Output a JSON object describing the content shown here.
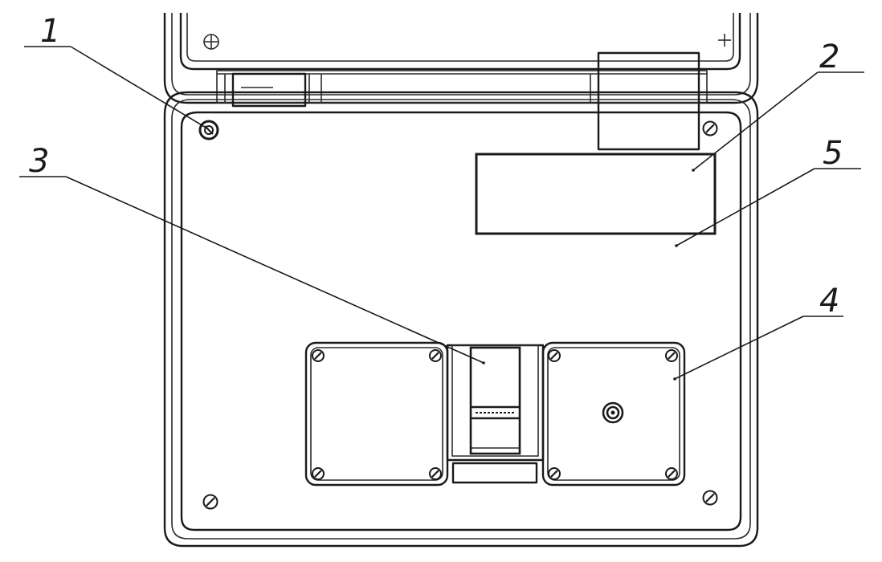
{
  "diagram": {
    "callouts": [
      {
        "id": "callout-1",
        "label": "1"
      },
      {
        "id": "callout-2",
        "label": "2"
      },
      {
        "id": "callout-3",
        "label": "3"
      },
      {
        "id": "callout-4",
        "label": "4"
      },
      {
        "id": "callout-5",
        "label": "5"
      }
    ],
    "colors": {
      "line": "#1a1a1a",
      "background": "#ffffff"
    }
  }
}
